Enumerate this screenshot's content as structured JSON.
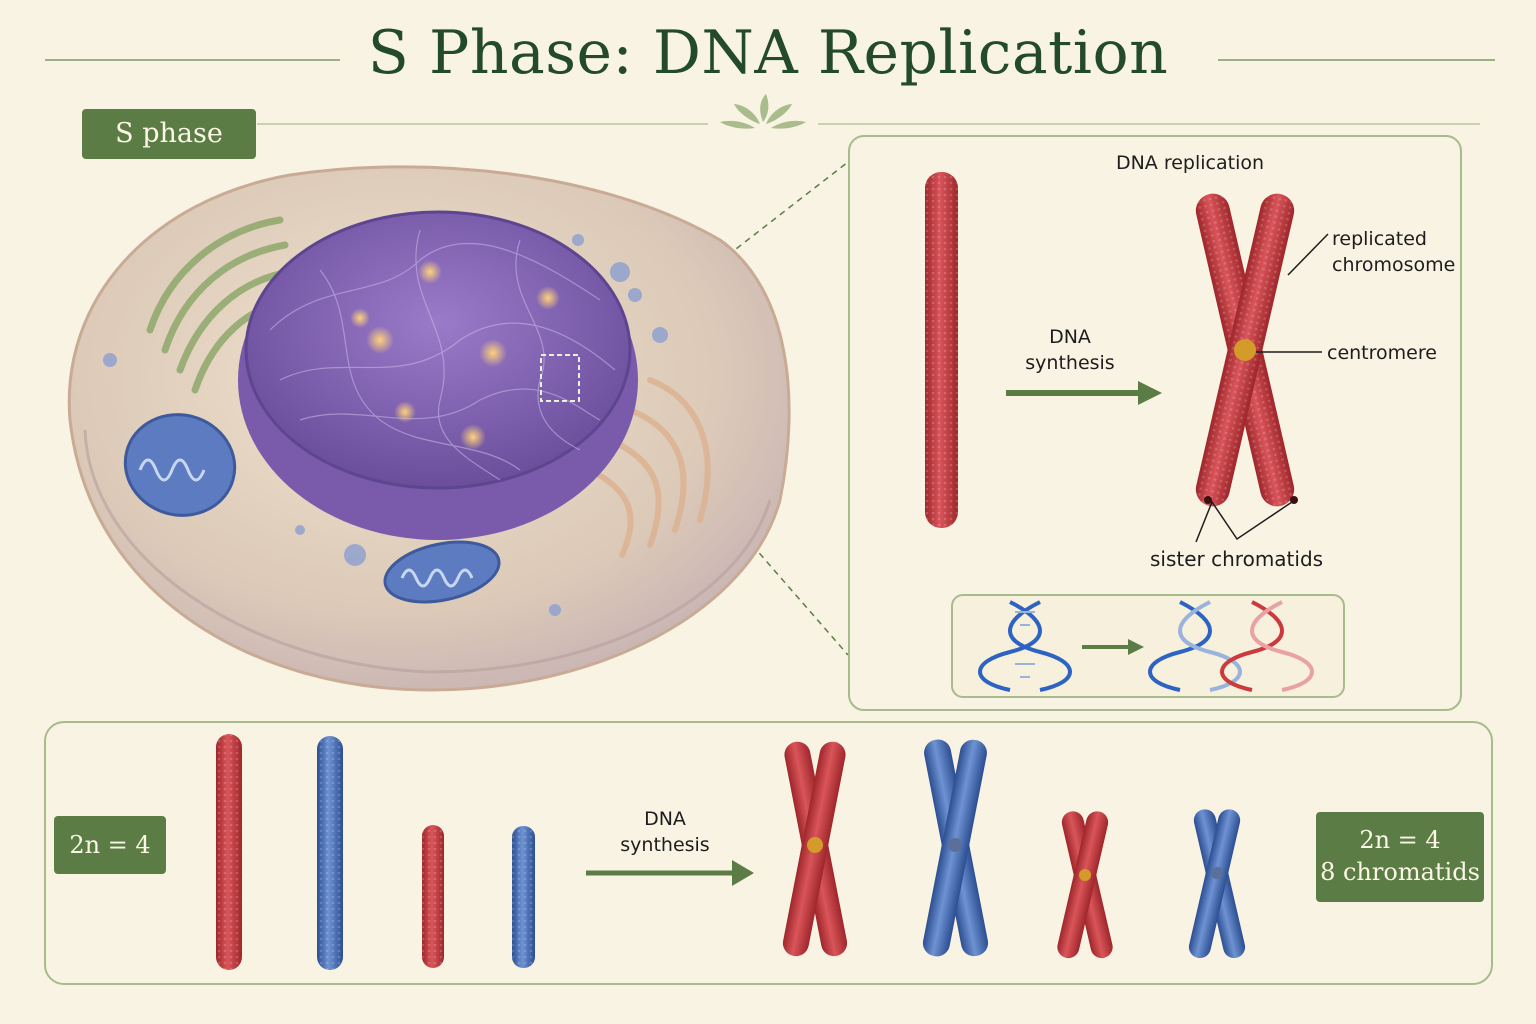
{
  "title": "S Phase: DNA Replication",
  "phase_badge": "S phase",
  "replication_panel": {
    "heading": "DNA replication",
    "arrow_label": [
      "DNA",
      "synthesis"
    ],
    "labels": {
      "replicated": [
        "replicated",
        "chromosome"
      ],
      "centromere": "centromere",
      "sister": "sister chromatids"
    }
  },
  "karyotype": {
    "before": "2n = 4",
    "arrow_label": [
      "DNA",
      "synthesis"
    ],
    "after": [
      "2n = 4",
      "8 chromatids"
    ]
  },
  "colors": {
    "maternal": "#c0383b",
    "paternal": "#3e66b0",
    "accent": "#5b7d45",
    "nucleus": "#8a68b8",
    "centromere": "#d49a2a"
  }
}
